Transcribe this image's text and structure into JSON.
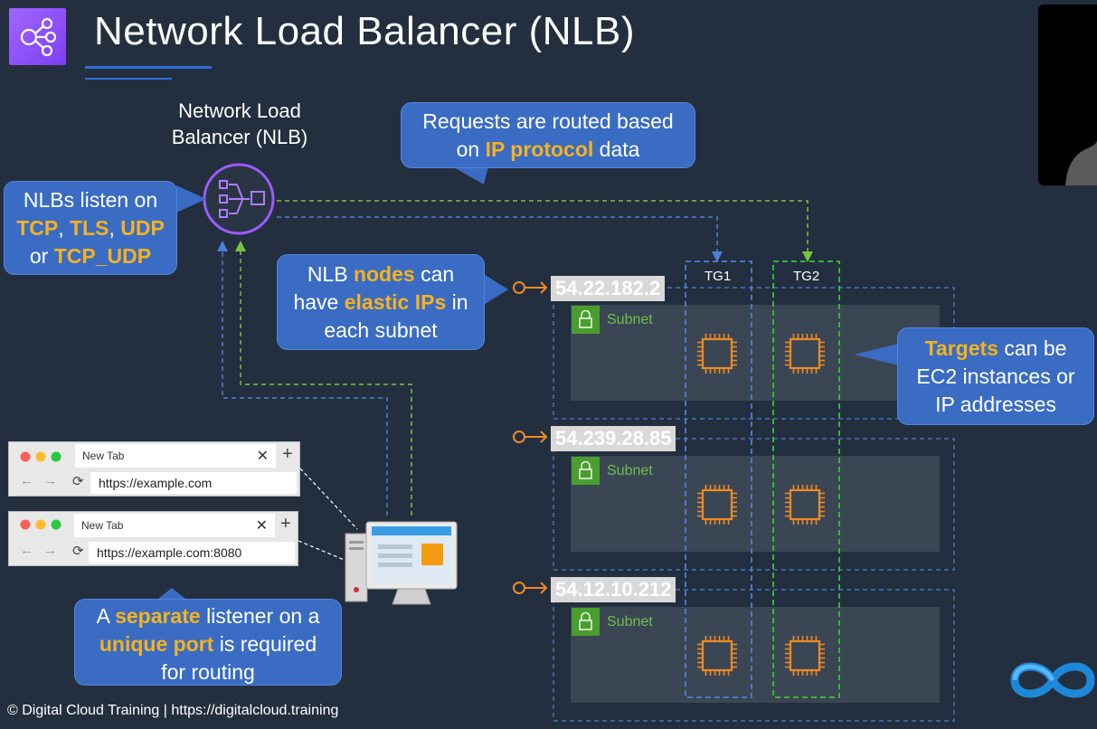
{
  "title": "Network Load Balancer (NLB)",
  "nlb_label": [
    "Network Load",
    "Balancer (NLB)"
  ],
  "callouts": {
    "routing": {
      "l1": "Requests are routed based",
      "l2_pre": "on ",
      "l2_hl": "IP protocol",
      "l2_post": " data"
    },
    "listen": {
      "l1": "NLBs listen on",
      "l2_a": "TCP",
      "l2_b": ", ",
      "l2_c": "TLS",
      "l2_d": ", ",
      "l2_e": "UDP",
      "l3_pre": "or ",
      "l3_hl": "TCP_UDP"
    },
    "nodes": {
      "l1_pre": "NLB ",
      "l1_hl": "nodes",
      "l1_post": " can",
      "l2_pre": "have ",
      "l2_hl": "elastic IPs",
      "l2_post": " in",
      "l3": "each subnet"
    },
    "targets": {
      "l1_hl": "Targets",
      "l1_post": " can be",
      "l2": "EC2 instances or",
      "l3": "IP addresses"
    },
    "listener": {
      "l1_pre": "A ",
      "l1_hl": "separate",
      "l1_post": " listener on a",
      "l2_hl": "unique port",
      "l2_post": " is required",
      "l3": "for routing"
    }
  },
  "target_groups": [
    "TG1",
    "TG2"
  ],
  "subnets": [
    {
      "ip": "54.22.182.2",
      "label": "Subnet"
    },
    {
      "ip": "54.239.28.85",
      "label": "Subnet"
    },
    {
      "ip": "54.12.10.212",
      "label": "Subnet"
    }
  ],
  "browsers": [
    {
      "tab": "New Tab",
      "url": "https://example.com"
    },
    {
      "tab": "New Tab",
      "url": "https://example.com:8080"
    }
  ],
  "footer": "© Digital Cloud Training  | https://digitalcloud.training",
  "colors": {
    "background": "#232f3e",
    "callout": "#3a6cc4",
    "highlight": "#f5b21e",
    "blue_path": "#4d7fd6",
    "green_path": "#7cc242",
    "orange": "#f08a24",
    "subnet_green": "#4a9e2f"
  }
}
